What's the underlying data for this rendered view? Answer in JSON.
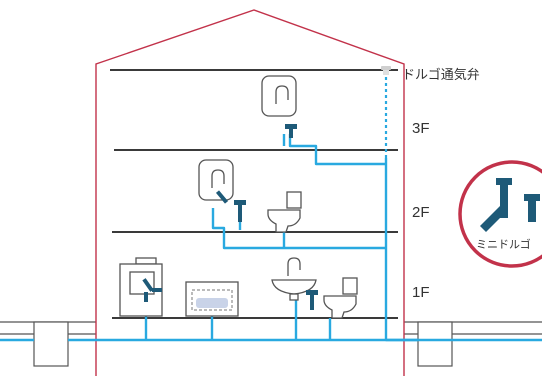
{
  "labels": {
    "valve": "ドルゴ通気弁",
    "floor3": "3F",
    "floor2": "2F",
    "floor1": "1F",
    "badge": "ミニドルゴ"
  },
  "colors": {
    "house_outline": "#c2324a",
    "floor_line": "#3a3a3a",
    "pipe": "#29a9e0",
    "fitting": "#1e5a78",
    "fixture_stroke": "#555555",
    "badge_ring": "#c2324a",
    "bath_water": "#c9d3e8"
  },
  "icons": {
    "valve": "vent-valve-icon",
    "badge": "mini-durgo-valve-icon"
  }
}
